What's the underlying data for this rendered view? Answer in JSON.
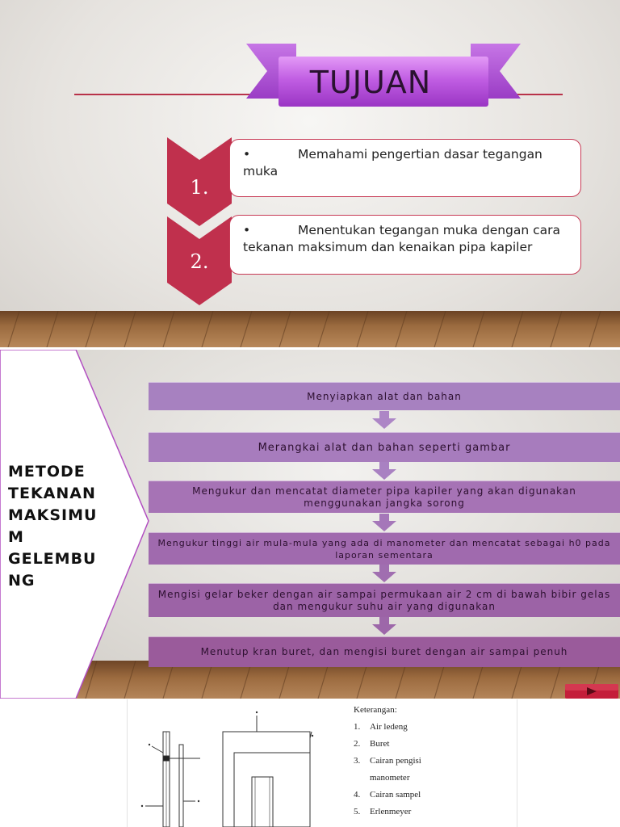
{
  "slide1": {
    "title": "TUJUAN",
    "goals": [
      {
        "number": "1.",
        "bullet": "•",
        "text": "Memahami pengertian dasar tegangan muka"
      },
      {
        "number": "2.",
        "bullet": "•",
        "text": "Menentukan tegangan muka dengan cara tekanan maksimum dan kenaikan pipa kapiler"
      }
    ],
    "colors": {
      "accent": "#c0304d",
      "ribbon": "#c060e0"
    }
  },
  "slide2": {
    "title_lines": [
      "METODE",
      "TEKANAN",
      "MAKSIMU",
      "M",
      "GELEMBU",
      "NG"
    ],
    "steps": [
      "Menyiapkan alat dan bahan",
      "Merangkai alat dan bahan seperti gambar",
      "Mengukur dan mencatat diameter pipa kapiler yang akan digunakan menggunakan jangka sorong",
      "Mengukur tinggi air mula-mula yang ada di manometer dan mencatat sebagai h0 pada laporan sementara",
      "Mengisi gelar beker dengan air sampai permukaan air 2 cm di bawah bibir gelas dan mengukur suhu air yang digunakan",
      "Menutup kran buret, dan mengisi buret dengan air sampai penuh"
    ],
    "next_icon": "play-next-icon"
  },
  "slide3": {
    "legend_title": "Keterangan:",
    "items": [
      {
        "n": "1.",
        "text": "Air ledeng"
      },
      {
        "n": "2.",
        "text": "Buret"
      },
      {
        "n": "3.",
        "text": "Cairan pengisi"
      },
      {
        "n": "",
        "text": "manometer"
      },
      {
        "n": "4.",
        "text": "Cairan sampel"
      },
      {
        "n": "5.",
        "text": "Erlenmeyer"
      }
    ]
  }
}
